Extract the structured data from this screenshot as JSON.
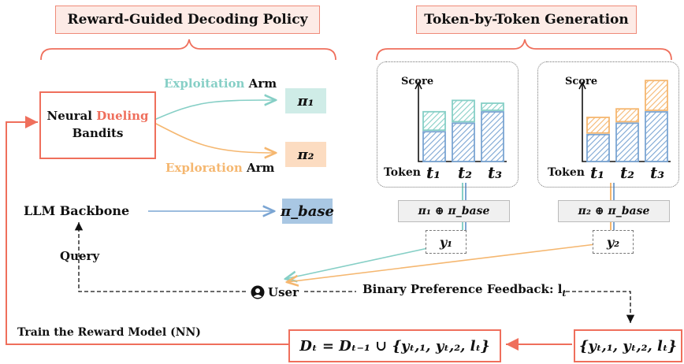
{
  "titles": {
    "left": "Reward-Guided Decoding Policy",
    "right": "Token-by-Token Generation"
  },
  "bandits": {
    "line1_prefix": "Neural ",
    "line1_highlight": "Dueling",
    "line2": "Bandits"
  },
  "arms": {
    "exploitation_word": "Exploitation",
    "exploration_word": "Exploration",
    "arm_word": " Arm"
  },
  "policies": {
    "pi1": "π₁",
    "pi2": "π₂",
    "pibase": "π_base"
  },
  "llm_backbone": "LLM Backbone",
  "query_label": "Query",
  "user_label": "User",
  "feedback_label": "Binary Preference Feedback: l",
  "feedback_sub": "t",
  "train_label": "Train the Reward Model (NN)",
  "dataset_formula": "Dₜ = Dₜ₋₁ ∪ {yₜ,₁, yₜ,₂, lₜ}",
  "pair_formula": "{yₜ,₁, yₜ,₂, lₜ}",
  "panels": [
    {
      "score_label": "Score",
      "token_label": "Token",
      "tokens": [
        "t₁",
        "t₂",
        "t₃"
      ],
      "formula": "π₁ ⊕ π_base",
      "output": "y₁",
      "base_scores": [
        0.42,
        0.54,
        0.7
      ],
      "arm_scores": [
        0.26,
        0.3,
        0.1
      ]
    },
    {
      "score_label": "Score",
      "token_label": "Token",
      "tokens": [
        "t₁",
        "t₂",
        "t₃"
      ],
      "formula": "π₂ ⊕ π_base",
      "output": "y₂",
      "base_scores": [
        0.38,
        0.54,
        0.7
      ],
      "arm_scores": [
        0.22,
        0.18,
        0.42
      ]
    }
  ],
  "colors": {
    "red": "#ef6f5c",
    "teal": "#86cfc6",
    "orange": "#f5b770",
    "blue": "#7ba5d3",
    "teal_bg": "#cfece7",
    "orange_bg": "#fcdcc1",
    "blue_bg": "#a9c7e3"
  }
}
